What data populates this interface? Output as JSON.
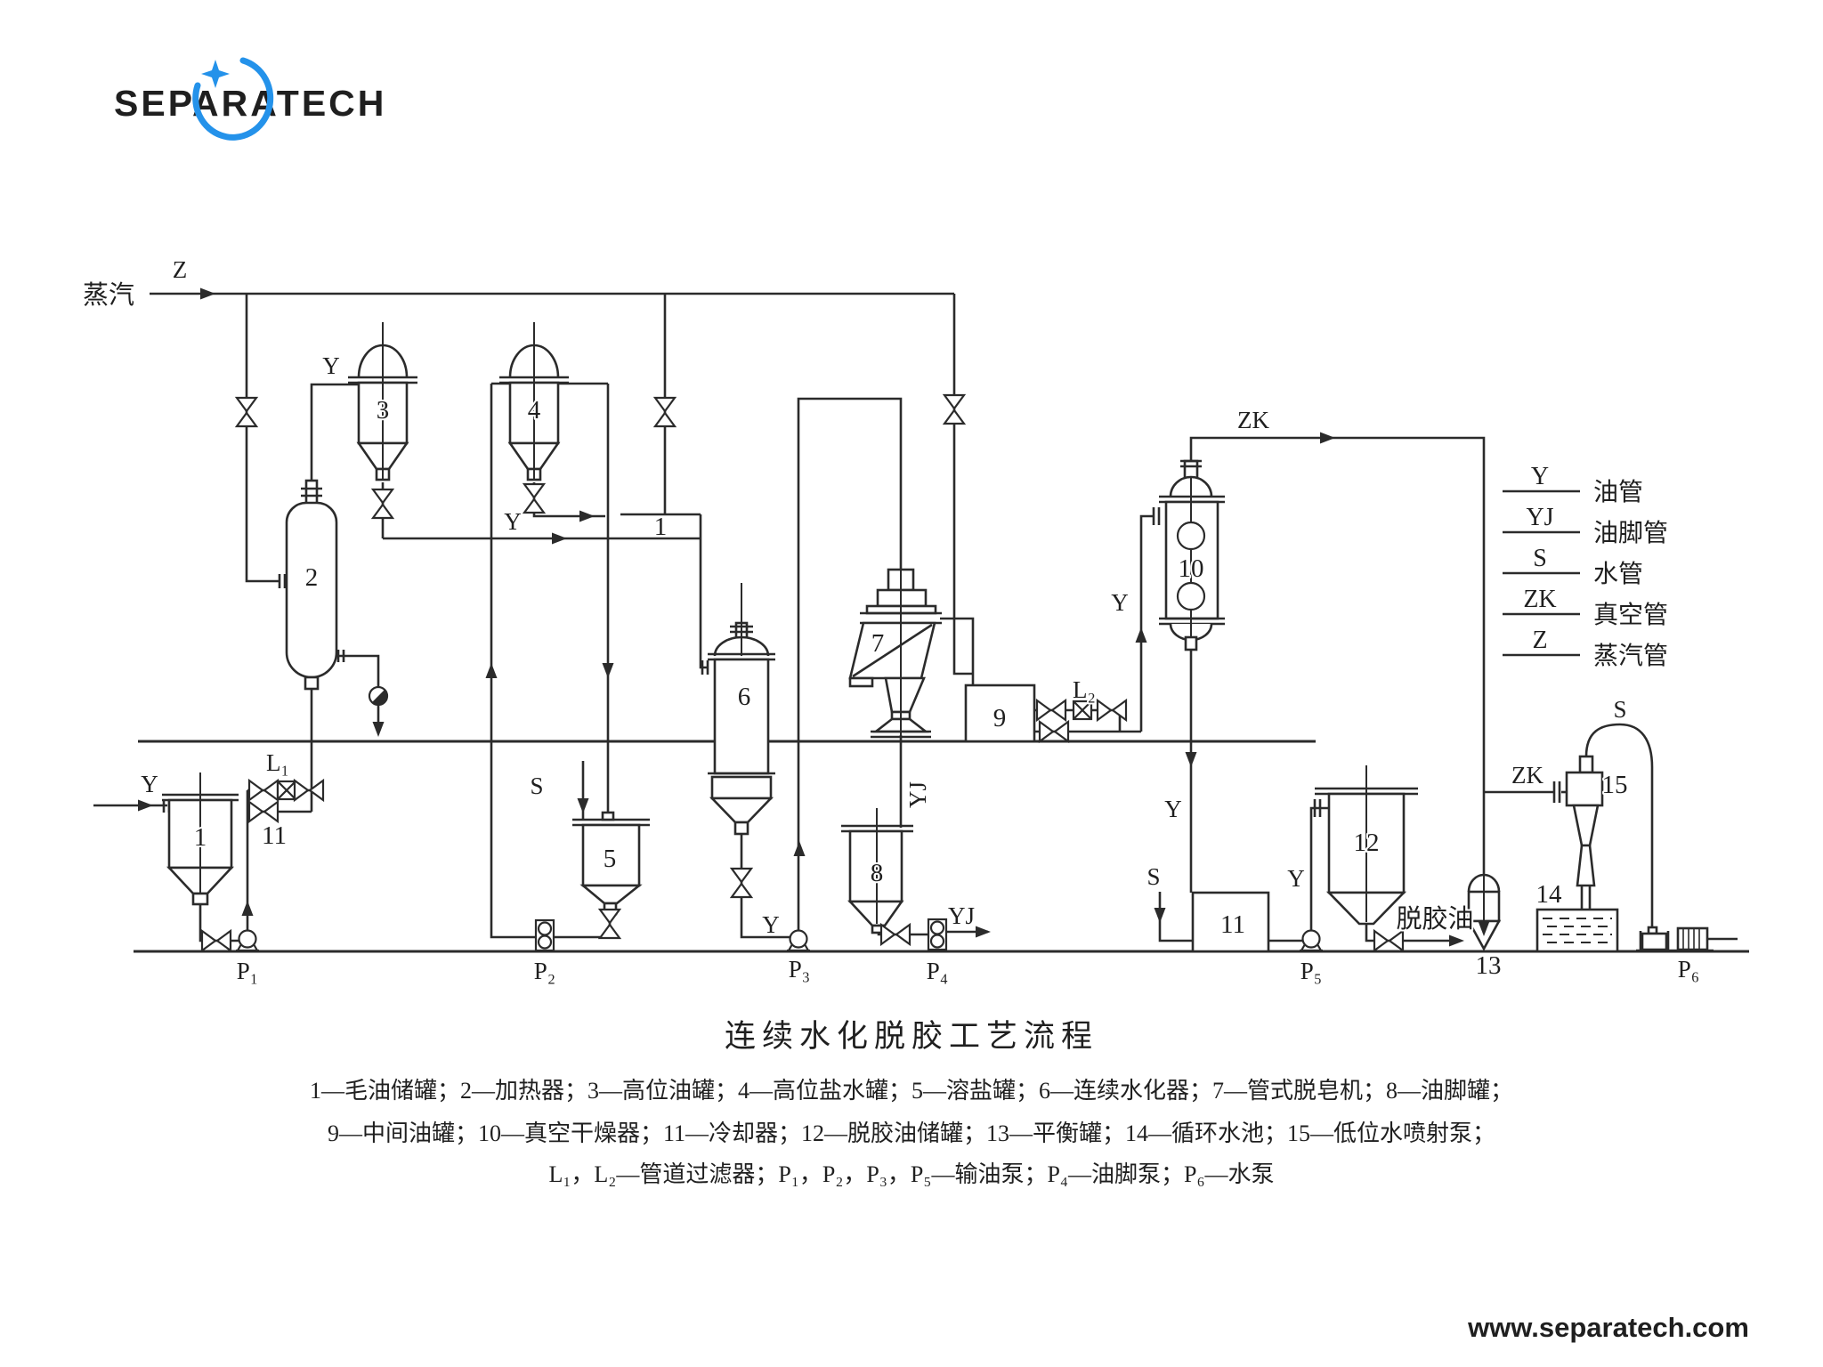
{
  "logo": {
    "text": "SEPARATECH",
    "color": "#2492ea"
  },
  "website": {
    "text": "www.separatech.com",
    "color": "#1e8ff2"
  },
  "diagram_colors": {
    "line": "#2b2b2b",
    "background": "#ffffff"
  },
  "caption": {
    "title": "连续水化脱胶工艺流程",
    "line1": "1—毛油储罐；2—加热器；3—高位油罐；4—高位盐水罐；5—溶盐罐；6—连续水化器；7—管式脱皂机；8—油脚罐；",
    "line2": "9—中间油罐；10—真空干燥器；11—冷却器；12—脱胶油储罐；13—平衡罐；14—循环水池；15—低位水喷射泵；",
    "line3": "L₁，L₂—管道过滤器；P₁，P₂，P₃，P₅—输油泵；P₄—油脚泵；P₆—水泵"
  },
  "legend": {
    "items": [
      {
        "symbol": "Y",
        "label": "油管"
      },
      {
        "symbol": "YJ",
        "label": "油脚管"
      },
      {
        "symbol": "S",
        "label": "水管"
      },
      {
        "symbol": "ZK",
        "label": "真空管"
      },
      {
        "symbol": "Z",
        "label": "蒸汽管"
      }
    ]
  },
  "labels": {
    "steam": "蒸汽",
    "z": "Z",
    "y": "Y",
    "yj": "YJ",
    "s": "S",
    "zk": "ZK",
    "degummed_oil": "脱胶油",
    "n1": "1",
    "n2": "2",
    "n3": "3",
    "n4": "4",
    "n5": "5",
    "n6": "6",
    "n7": "7",
    "n8": "8",
    "n9": "9",
    "n10": "10",
    "n11": "11",
    "n12": "12",
    "n13": "13",
    "n14": "14",
    "n15": "15",
    "mixer_n": "1",
    "bypass_n": "11",
    "l1": "L₁",
    "l2": "L₂",
    "p1": "P₁",
    "p2": "P₂",
    "p3": "P₃",
    "p4": "P₄",
    "p5": "P₅",
    "p6": "P₆"
  }
}
